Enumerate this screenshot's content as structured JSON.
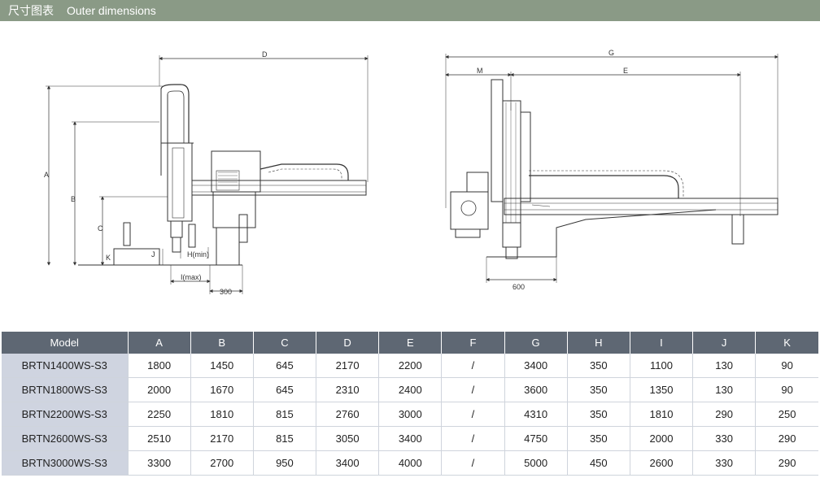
{
  "header": {
    "title_cn": "尺寸图表",
    "title_en": "Outer dimensions"
  },
  "drawing_labels": {
    "A": "A",
    "B": "B",
    "C": "C",
    "D": "D",
    "E": "E",
    "G": "G",
    "M": "M",
    "J": "J",
    "K": "K",
    "H_min": "H(min)",
    "I_max": "I(max)",
    "dim_300": "300",
    "dim_600": "600"
  },
  "table": {
    "headers": [
      "Model",
      "A",
      "B",
      "C",
      "D",
      "E",
      "F",
      "G",
      "H",
      "I",
      "J",
      "K"
    ],
    "rows": [
      [
        "BRTN1400WS-S3",
        "1800",
        "1450",
        "645",
        "2170",
        "2200",
        "/",
        "3400",
        "350",
        "1100",
        "130",
        "90"
      ],
      [
        "BRTN1800WS-S3",
        "2000",
        "1670",
        "645",
        "2310",
        "2400",
        "/",
        "3600",
        "350",
        "1350",
        "130",
        "90"
      ],
      [
        "BRTN2200WS-S3",
        "2250",
        "1810",
        "815",
        "2760",
        "3000",
        "/",
        "4310",
        "350",
        "1810",
        "290",
        "250"
      ],
      [
        "BRTN2600WS-S3",
        "2510",
        "2170",
        "815",
        "3050",
        "3400",
        "/",
        "4750",
        "350",
        "2000",
        "330",
        "290"
      ],
      [
        "BRTN3000WS-S3",
        "3300",
        "2700",
        "950",
        "3400",
        "4000",
        "/",
        "5000",
        "450",
        "2600",
        "330",
        "290"
      ]
    ]
  }
}
